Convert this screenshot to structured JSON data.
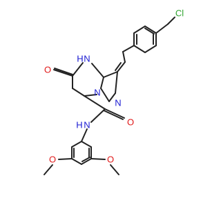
{
  "molecule": {
    "colors": {
      "bond": "#222222",
      "carbon": "#222222",
      "N": "#1a1ad2",
      "O": "#e01818",
      "Cl": "#2fa32f"
    },
    "atom_labels": {
      "chlorine": "Cl",
      "ring_nh": "H",
      "ring_nh_n": "N",
      "carbonyl_o_top": "O",
      "pyrazole_n1": "N",
      "pyrazole_n2": "N",
      "amide_o": "O",
      "amide_nh_n": "N",
      "amide_nh_h": "H",
      "methoxy_o_left": "O",
      "methoxy_o_right": "O"
    }
  }
}
